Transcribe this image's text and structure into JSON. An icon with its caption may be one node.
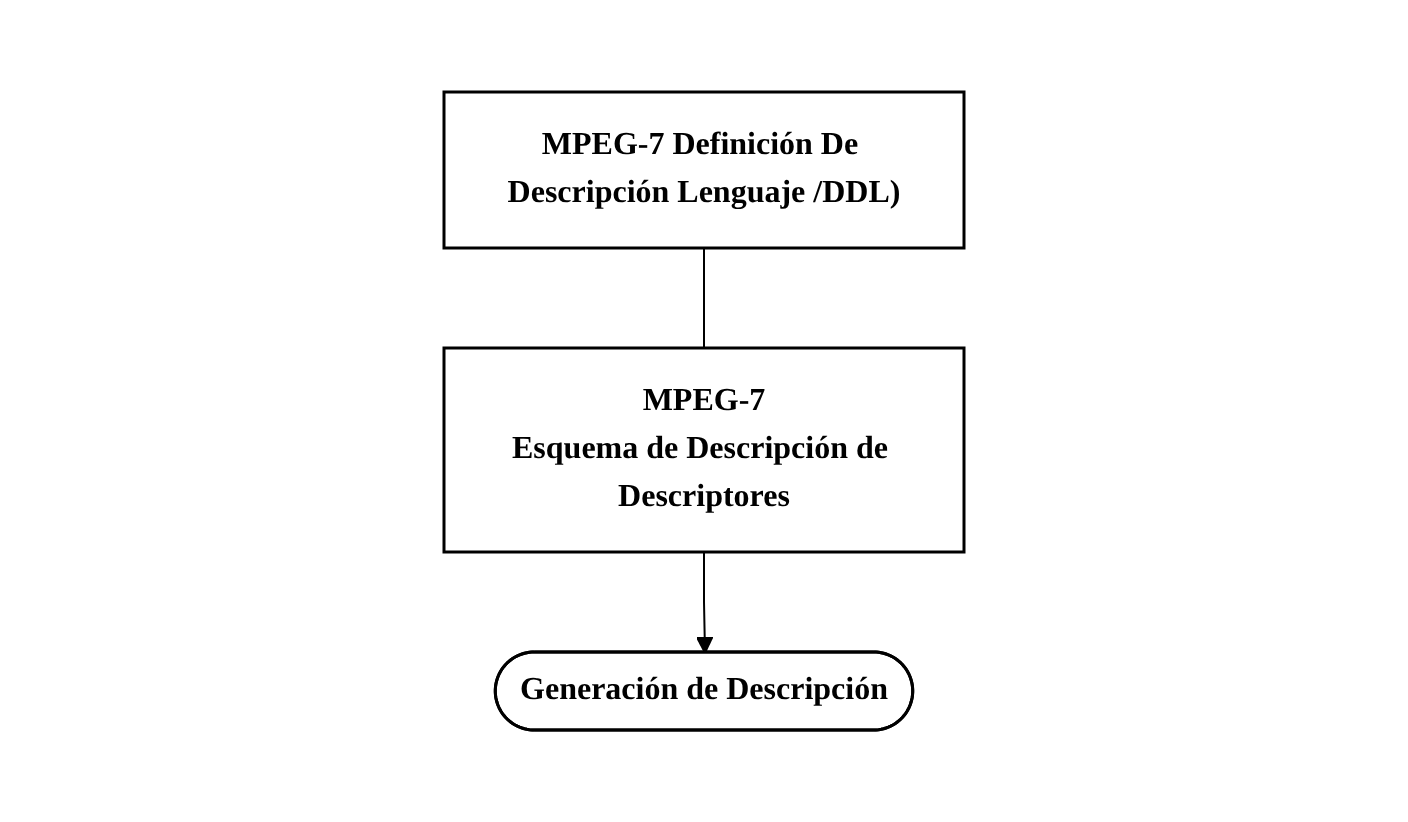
{
  "diagram": {
    "nodes": [
      {
        "text": [
          "MPEG-7 Definición De Descripción Lenguaje /DDL)"
        ]
      },
      {
        "text": [
          "MPEG-7",
          "Esquema de Descripción de Descriptores"
        ]
      },
      {
        "text": [
          "Generación de Descripción"
        ]
      }
    ],
    "edges": [
      {
        "from": 0,
        "to": 1,
        "arrow": "none"
      },
      {
        "from": 1,
        "to": 2,
        "arrow": "to"
      }
    ]
  }
}
